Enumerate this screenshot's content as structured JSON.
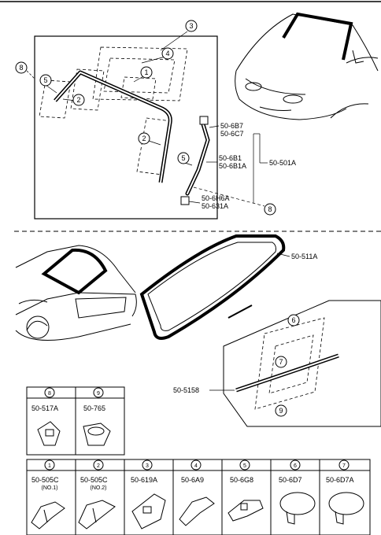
{
  "callouts": {
    "c1": "1",
    "c2a": "2",
    "c2b": "2",
    "c3": "3",
    "c4": "4",
    "c5a": "5",
    "c5b": "5",
    "c6": "6",
    "c7": "7",
    "c8a": "8",
    "c8b": "8",
    "c9": "9"
  },
  "top_parts": {
    "p1": "50-6B7",
    "p2": "50-6C7",
    "p3": "50-6B1",
    "p4": "50-6B1A",
    "p5": "50-6H6A",
    "p6": "50-631A",
    "assembly": "50-501A"
  },
  "bottom_parts": {
    "glass": "50-511A",
    "molding": "50-5158"
  },
  "clips_top": [
    {
      "num": "8",
      "part": "50-517A"
    },
    {
      "num": "9",
      "part": "50-765"
    }
  ],
  "clips_bottom": [
    {
      "num": "1",
      "part": "50-505C",
      "note": "(NO.1)"
    },
    {
      "num": "2",
      "part": "50-505C",
      "note": "(NO.2)"
    },
    {
      "num": "3",
      "part": "50-619A"
    },
    {
      "num": "4",
      "part": "50-6A9"
    },
    {
      "num": "5",
      "part": "50-6G8"
    },
    {
      "num": "6",
      "part": "50-6D7"
    },
    {
      "num": "7",
      "part": "50-6D7A"
    }
  ]
}
